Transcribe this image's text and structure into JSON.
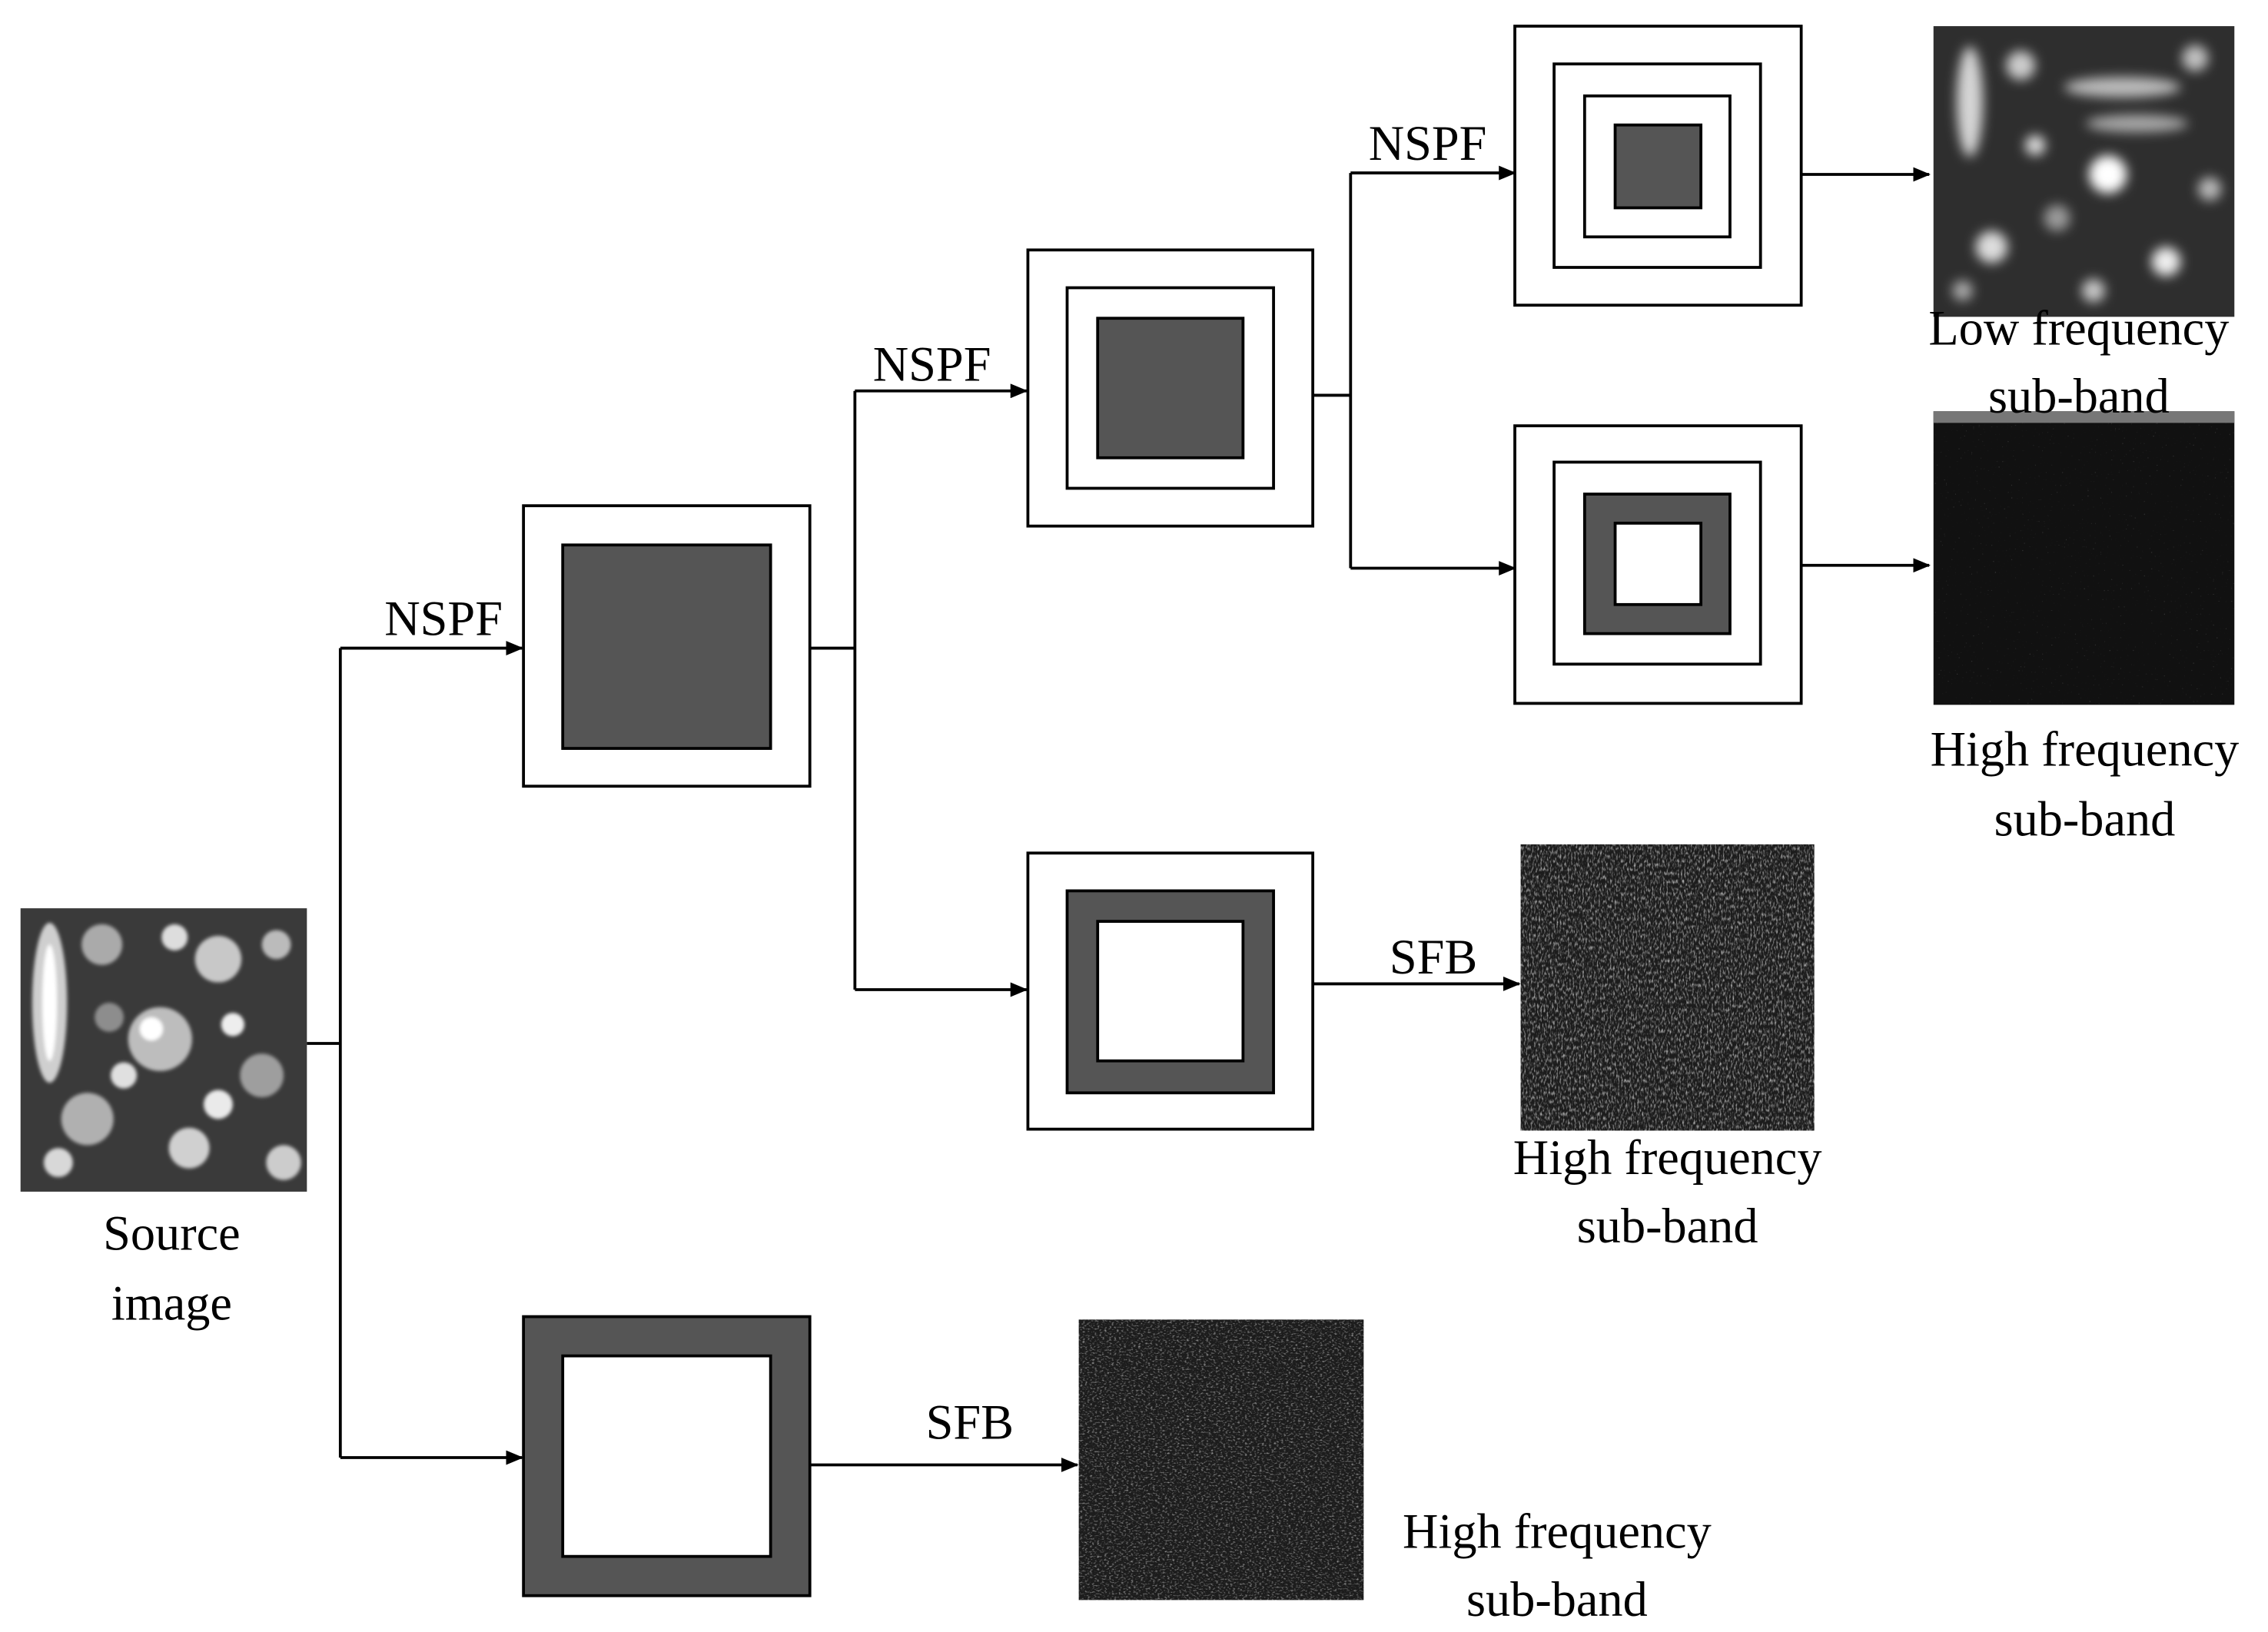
{
  "diagram": {
    "source_label": {
      "line1": "Source",
      "line2": "image"
    },
    "edges": {
      "nspf_level1": "NSPF",
      "nspf_level2": "NSPF",
      "nspf_level3": "NSPF",
      "sfb_level2": "SFB",
      "sfb_level1": "SFB"
    },
    "outputs": {
      "low_level3": {
        "line1": "Low frequency",
        "line2": "sub-band"
      },
      "high_level3": {
        "line1": "High frequency",
        "line2": "sub-band"
      },
      "high_level2": {
        "line1": "High frequency",
        "line2": "sub-band"
      },
      "high_level1": {
        "line1": "High frequency",
        "line2": "sub-band"
      }
    }
  },
  "colors": {
    "band_fill": "#555555",
    "line": "#000000",
    "background": "#ffffff"
  }
}
